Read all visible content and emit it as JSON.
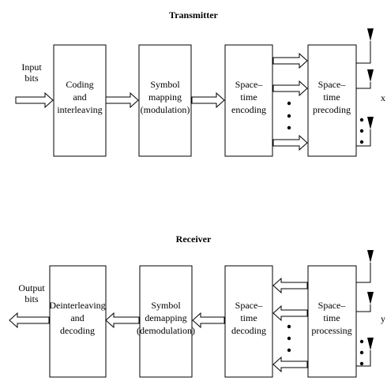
{
  "transmitter": {
    "title": "Transmitter",
    "input": [
      "Input",
      "bits"
    ],
    "blocks": [
      [
        "Coding",
        "and",
        "interleaving"
      ],
      [
        "Symbol",
        "mapping",
        "(modulation)"
      ],
      [
        "Space–",
        "time",
        "encoding"
      ],
      [
        "Space–",
        "time",
        "precoding"
      ]
    ],
    "output_symbol": "x"
  },
  "receiver": {
    "title": "Receiver",
    "output": [
      "Output",
      "bits"
    ],
    "blocks": [
      [
        "Deinterleaving",
        "and",
        "decoding"
      ],
      [
        "Symbol",
        "demapping",
        "(demodulation)"
      ],
      [
        "Space–",
        "time",
        "decoding"
      ],
      [
        "Space–",
        "time",
        "processing"
      ]
    ],
    "input_symbol": "y"
  }
}
